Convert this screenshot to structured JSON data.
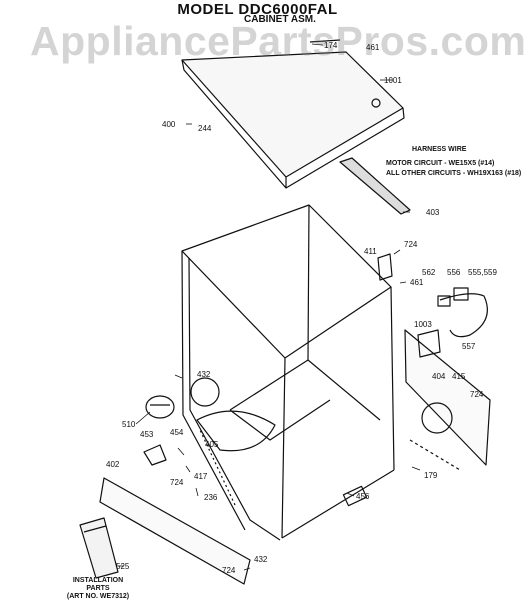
{
  "header": {
    "title": "MODEL DDC6000FAL",
    "subtitle": "CABINET ASM."
  },
  "watermark": "AppliancePartsPros.com",
  "harness": {
    "heading": "HARNESS WIRE",
    "motor": "MOTOR CIRCUIT - WE15X5 (#14)",
    "other": "ALL OTHER CIRCUITS - WH19X163 (#18)"
  },
  "installation": {
    "line1": "INSTALLATION",
    "line2": "PARTS",
    "line3": "(ART NO. WE7312)"
  },
  "parts": {
    "p174": "174",
    "p461top": "461",
    "p1001": "1001",
    "p400": "400",
    "p244": "244",
    "p403": "403",
    "p411": "411",
    "p724a": "724",
    "p461": "461",
    "p562": "562",
    "p556": "556",
    "p555": "555,559",
    "p1003": "1003",
    "p557": "557",
    "p404": "404",
    "p415": "415",
    "p724b": "724",
    "p432a": "432",
    "p510": "510",
    "p454": "454",
    "p453": "453",
    "p405": "405",
    "p417": "417",
    "p724c": "724",
    "p236": "236",
    "p402": "402",
    "p456": "456",
    "p179": "179",
    "p525": "525",
    "p432b": "432",
    "p724d": "724"
  }
}
